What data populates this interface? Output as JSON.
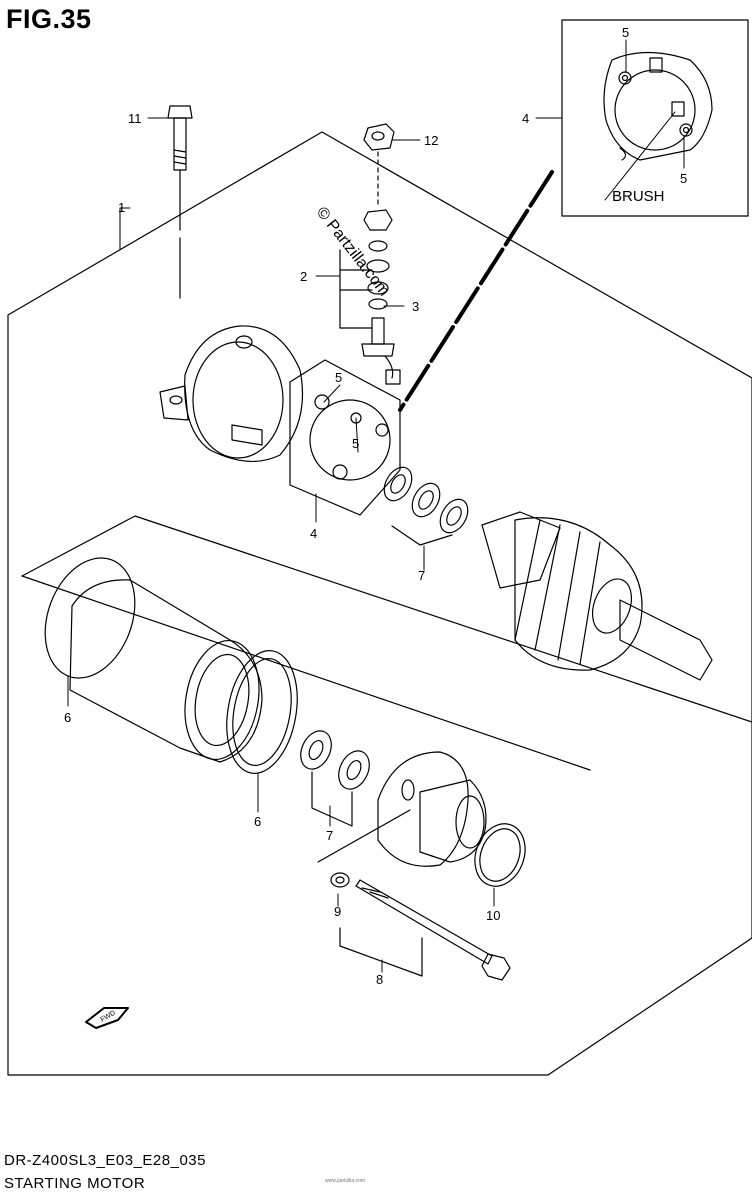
{
  "figure": {
    "title": "FIG.35",
    "model_code": "DR-Z400SL3_E03_E28_035",
    "section_name": "STARTING MOTOR",
    "watermark": "© Partzilla.com",
    "fine_print": "www.partzilla.com"
  },
  "callouts": [
    {
      "id": "c1",
      "label": "1"
    },
    {
      "id": "c2",
      "label": "2"
    },
    {
      "id": "c3",
      "label": "3"
    },
    {
      "id": "c4a",
      "label": "4"
    },
    {
      "id": "c4b",
      "label": "4"
    },
    {
      "id": "c5a",
      "label": "5"
    },
    {
      "id": "c5b",
      "label": "5"
    },
    {
      "id": "c5c",
      "label": "5"
    },
    {
      "id": "c5d",
      "label": "5"
    },
    {
      "id": "c6a",
      "label": "6"
    },
    {
      "id": "c6b",
      "label": "6"
    },
    {
      "id": "c7a",
      "label": "7"
    },
    {
      "id": "c7b",
      "label": "7"
    },
    {
      "id": "c8",
      "label": "8"
    },
    {
      "id": "c9",
      "label": "9"
    },
    {
      "id": "c10",
      "label": "10"
    },
    {
      "id": "c11",
      "label": "11"
    },
    {
      "id": "c12",
      "label": "12"
    }
  ],
  "inset": {
    "label": "BRUSH"
  },
  "direction_icon": {
    "name": "forward-arrow-icon",
    "label": "FWD"
  },
  "colors": {
    "line": "#000000",
    "background": "#ffffff"
  }
}
